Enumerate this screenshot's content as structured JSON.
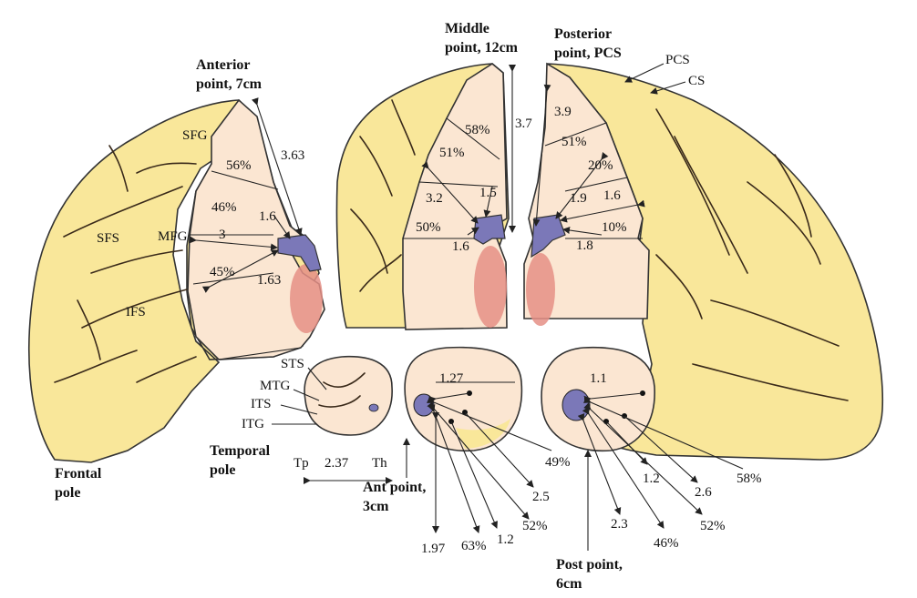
{
  "colors": {
    "cortex": "#f9e79a",
    "cortex_dark": "#f2d27a",
    "section": "#fbe6d2",
    "red_area": "#e58f86",
    "blue_area": "#7b78b8",
    "line": "#222222"
  },
  "figure": {
    "frontal_pole": {
      "line1": "Frontal",
      "line2": "pole"
    },
    "anterior_point": {
      "line1": "Anterior",
      "line2": "point, 7cm"
    },
    "middle_point": {
      "line1": "Middle",
      "line2": "point, 12cm"
    },
    "posterior_point": {
      "line1": "Posterior",
      "line2": "point, PCS"
    },
    "temporal_pole": {
      "line1": "Temporal",
      "line2": "pole"
    },
    "ant_point": {
      "line1": "Ant point,",
      "line2": "3cm"
    },
    "post_point": {
      "line1": "Post point,",
      "line2": "6cm"
    },
    "sulci": {
      "sfg": "SFG",
      "sfs": "SFS",
      "mfg": "MFG",
      "ifs": "IFS",
      "pcs": "PCS",
      "cs": "CS",
      "sts": "STS",
      "mtg": "MTG",
      "its": "ITS",
      "itg": "ITG"
    },
    "temporal_axis": {
      "tp": "Tp",
      "value": "2.37",
      "th": "Th"
    },
    "anterior_section": {
      "d1": "3.63",
      "pct1": "56%",
      "pct2": "46%",
      "d2": "1.6",
      "d3": "3",
      "pct3": "45%",
      "d4": "1.63"
    },
    "middle_section": {
      "pct1": "58%",
      "d1": "3.7",
      "pct2": "51%",
      "d2": "3.2",
      "d3": "1.5",
      "pct3": "50%",
      "d4": "1.6"
    },
    "posterior_section": {
      "d1": "3.9",
      "pct1": "51%",
      "pct2": "20%",
      "d2": "1.9",
      "d3": "1.6",
      "pct3": "10%",
      "d4": "1.8"
    },
    "ant_temporal": {
      "d1": "1.27",
      "pct1": "49%",
      "d2": "2.5",
      "pct2": "52%",
      "d3": "1.2",
      "pct3": "63%",
      "d4": "1.97"
    },
    "post_temporal": {
      "d1": "1.1",
      "pct1": "58%",
      "d2": "2.6",
      "pct2": "52%",
      "d3": "1.2",
      "pct3": "46%",
      "d4": "2.3"
    }
  }
}
